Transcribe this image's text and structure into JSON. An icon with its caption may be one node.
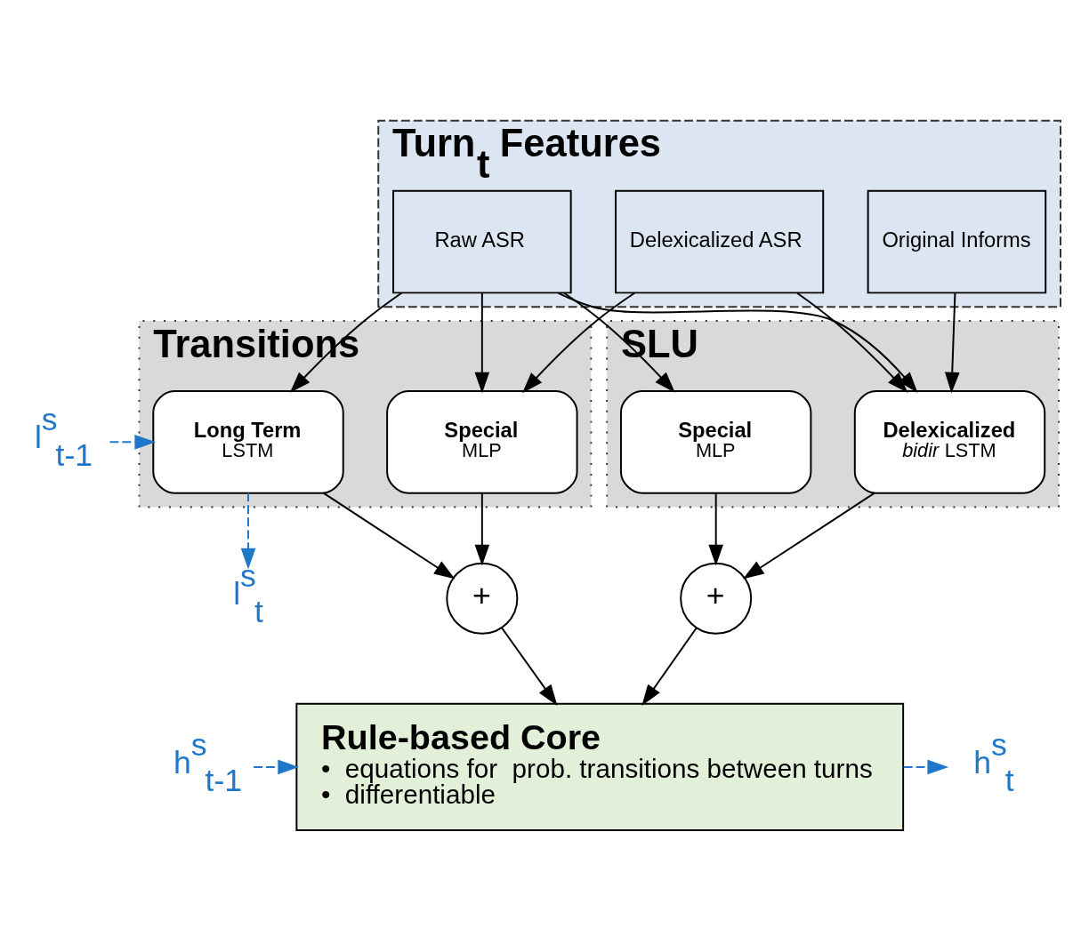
{
  "diagram": {
    "nodes": [
      {
        "text": [
          "Turn$_{t}$ Features"
        ]
      },
      {
        "text": [
          "Raw ASR"
        ],
        "in": 0
      },
      {
        "text": [
          "Delexicalized ASR"
        ],
        "in": 0
      },
      {
        "text": [
          "Original Informs"
        ],
        "in": 0
      },
      {
        "text": [
          "Transitions"
        ]
      },
      {
        "text": [
          "Long Term",
          "LSTM"
        ],
        "in": 4
      },
      {
        "text": [
          "Special",
          "MLP"
        ],
        "in": 4
      },
      {
        "text": [
          "SLU"
        ]
      },
      {
        "text": [
          "Delexicalized",
          "*bidir* LSTM"
        ],
        "in": 7
      },
      {
        "text": [
          "Special",
          "MLP"
        ],
        "in": 7
      },
      {
        "text": [
          "+"
        ]
      },
      {
        "text": [
          "+"
        ]
      },
      {
        "text": [
          "Rule-based Core",
          "•  equations for  prob. transitions between turns",
          "•  differentiable"
        ]
      },
      {
        "text": [
          "l$^{s}$$_{t-1}$"
        ]
      },
      {
        "text": [
          "l$^{s}$$_{t}$"
        ]
      },
      {
        "text": [
          "h$^{s}$$_{t-1}$"
        ]
      },
      {
        "text": [
          "h$^{s}$$_{t}$"
        ]
      }
    ],
    "edges": [
      {
        "from": 1,
        "to": 5,
        "arrow": "to"
      },
      {
        "from": 1,
        "to": 6,
        "arrow": "to"
      },
      {
        "from": 2,
        "to": 6,
        "arrow": "to"
      },
      {
        "from": 1,
        "to": 8,
        "arrow": "to"
      },
      {
        "from": 2,
        "to": 8,
        "arrow": "to"
      },
      {
        "from": 3,
        "to": 8,
        "arrow": "to"
      },
      {
        "from": 1,
        "to": 9,
        "arrow": "to"
      },
      {
        "from": 5,
        "to": 10,
        "arrow": "to"
      },
      {
        "from": 6,
        "to": 10,
        "arrow": "to"
      },
      {
        "from": 8,
        "to": 11,
        "arrow": "to"
      },
      {
        "from": 9,
        "to": 11,
        "arrow": "to"
      },
      {
        "from": 10,
        "to": 12,
        "arrow": "to"
      },
      {
        "from": 11,
        "to": 12,
        "arrow": "to"
      },
      {
        "from": 13,
        "to": 5,
        "arrow": "to",
        "style": "dashed",
        "color": "#1f77c9"
      },
      {
        "from": 5,
        "to": 14,
        "arrow": "to",
        "style": "dashed",
        "color": "#1f77c9"
      },
      {
        "from": 15,
        "to": 12,
        "arrow": "to",
        "style": "dashed",
        "color": "#1f77c9"
      },
      {
        "from": 12,
        "to": 16,
        "arrow": "to",
        "style": "dashed",
        "color": "#1f77c9"
      }
    ]
  }
}
